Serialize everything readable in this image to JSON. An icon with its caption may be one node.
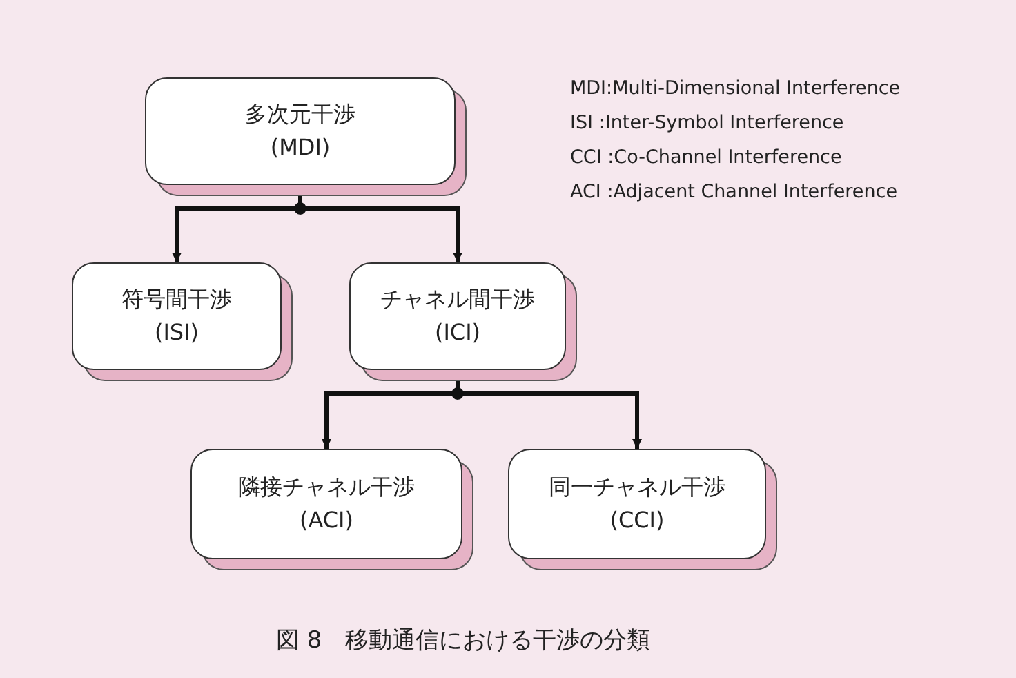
{
  "diagram": {
    "caption": "図 8　移動通信における干渉の分類",
    "nodes": [
      {
        "text": [
          "多次元干渉",
          "(MDI)"
        ]
      },
      {
        "text": [
          "符号間干渉",
          "(ISI)"
        ]
      },
      {
        "text": [
          "チャネル間干渉",
          "(ICI)"
        ]
      },
      {
        "text": [
          "隣接チャネル干渉",
          "(ACI)"
        ]
      },
      {
        "text": [
          "同一チャネル干渉",
          "(CCI)"
        ]
      }
    ],
    "edges": [
      {
        "from": 0,
        "to": 1,
        "arrow": "to"
      },
      {
        "from": 0,
        "to": 2,
        "arrow": "to"
      },
      {
        "from": 2,
        "to": 3,
        "arrow": "to"
      },
      {
        "from": 2,
        "to": 4,
        "arrow": "to"
      }
    ],
    "labels": [
      "MDI:Multi-Dimensional Interference",
      "ISI :Inter-Symbol Interference",
      "CCI :Co-Channel Interference",
      "ACI :Adjacent Channel Interference"
    ]
  }
}
